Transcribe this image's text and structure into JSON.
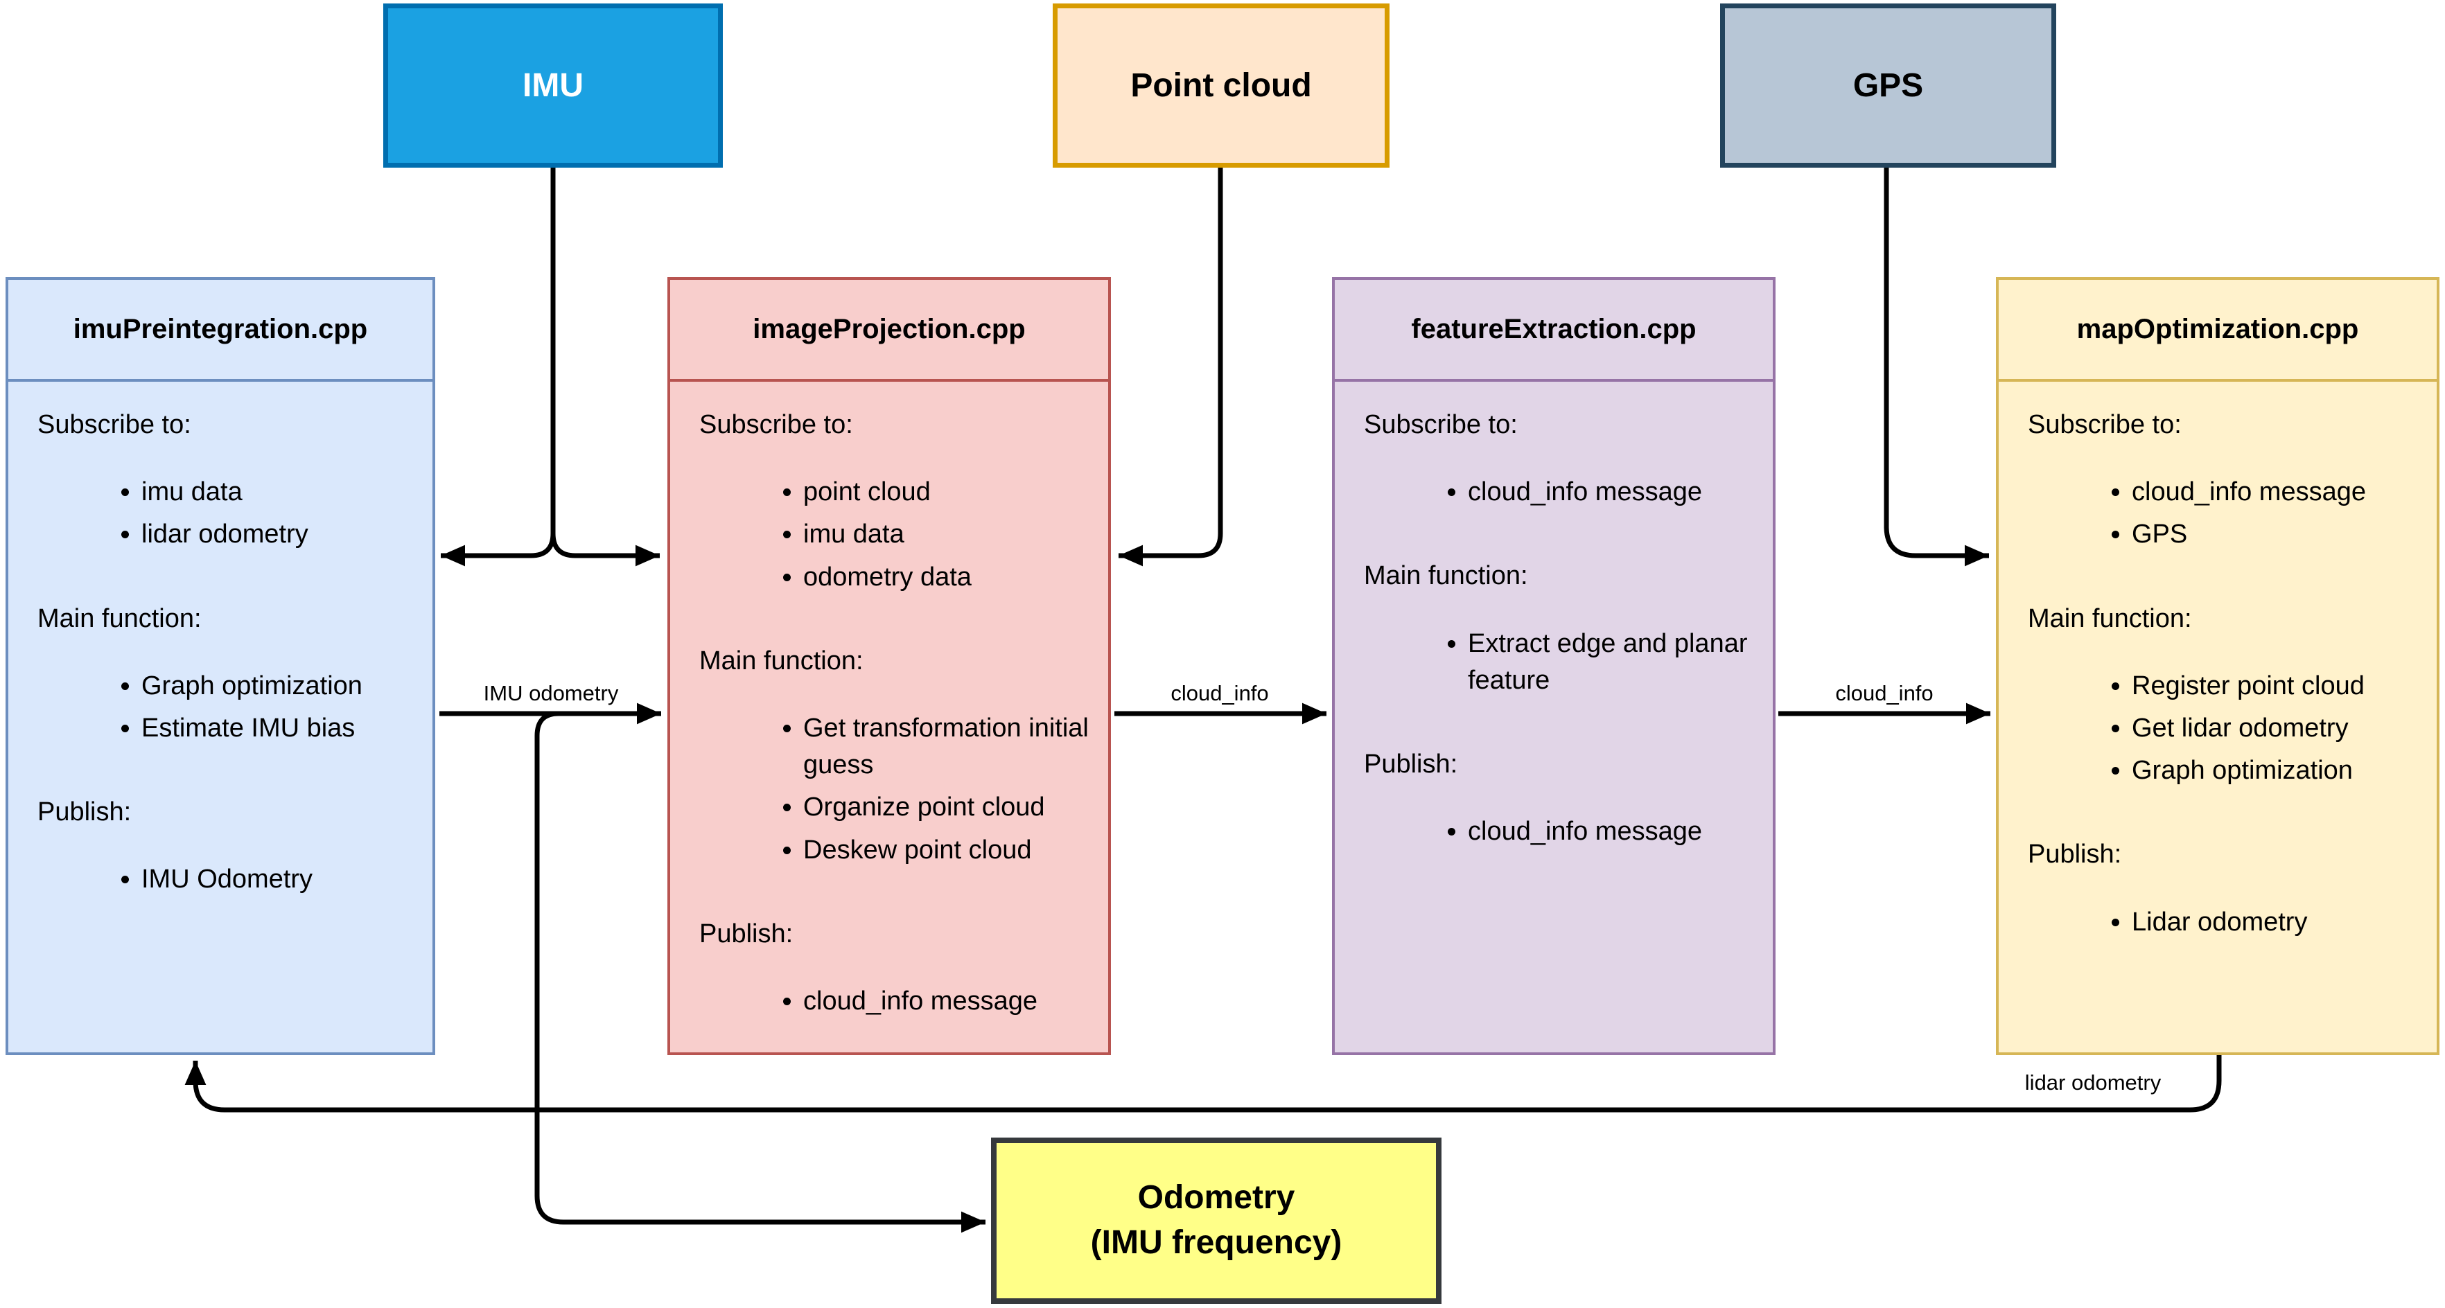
{
  "sources": [
    {
      "label": "IMU",
      "fill": "#1ba1e2",
      "border": "#006eaf",
      "text_color": "#ffffff"
    },
    {
      "label": "Point cloud",
      "fill": "#ffe6cc",
      "border": "#d79b00",
      "text_color": "#000000"
    },
    {
      "label": "GPS",
      "fill": "#b7c6d6",
      "border": "#23445d",
      "text_color": "#000000"
    }
  ],
  "modules": [
    {
      "title": "imuPreintegration.cpp",
      "fill": "#dae8fc",
      "border": "#6c8ebf",
      "sections": [
        {
          "heading": "Subscribe to:",
          "items": [
            "imu data",
            "lidar odometry"
          ]
        },
        {
          "heading": "Main function:",
          "items": [
            "Graph optimization",
            "Estimate IMU bias"
          ]
        },
        {
          "heading": "Publish:",
          "items": [
            "IMU Odometry"
          ]
        }
      ]
    },
    {
      "title": "imageProjection.cpp",
      "fill": "#f8cecc",
      "border": "#b85450",
      "sections": [
        {
          "heading": "Subscribe to:",
          "items": [
            "point cloud",
            "imu data",
            "odometry data"
          ]
        },
        {
          "heading": "Main function:",
          "items": [
            "Get transformation initial guess",
            "Organize point cloud",
            "Deskew point cloud"
          ]
        },
        {
          "heading": "Publish:",
          "items": [
            "cloud_info message"
          ]
        }
      ]
    },
    {
      "title": "featureExtraction.cpp",
      "fill": "#e1d5e7",
      "border": "#9673a6",
      "sections": [
        {
          "heading": "Subscribe to:",
          "items": [
            "cloud_info message"
          ]
        },
        {
          "heading": "Main function:",
          "items": [
            "Extract edge and planar feature"
          ]
        },
        {
          "heading": "Publish:",
          "items": [
            "cloud_info message"
          ]
        }
      ]
    },
    {
      "title": "mapOptimization.cpp",
      "fill": "#fff2cc",
      "border": "#d6b656",
      "sections": [
        {
          "heading": "Subscribe to:",
          "items": [
            "cloud_info message",
            "GPS"
          ]
        },
        {
          "heading": "Main function:",
          "items": [
            "Register point cloud",
            "Get lidar odometry",
            "Graph optimization"
          ]
        },
        {
          "heading": "Publish:",
          "items": [
            "Lidar odometry"
          ]
        }
      ]
    }
  ],
  "output_box": {
    "line1": "Odometry",
    "line2": "(IMU frequency)",
    "fill": "#ffff88",
    "border": "#36393d"
  },
  "edge_labels": {
    "imu_odometry": "IMU odometry",
    "cloud_info_left": "cloud_info",
    "cloud_info_right": "cloud_info",
    "lidar_odometry": "lidar odometry"
  },
  "colors": {
    "wire": "#000000",
    "background": "#ffffff"
  }
}
